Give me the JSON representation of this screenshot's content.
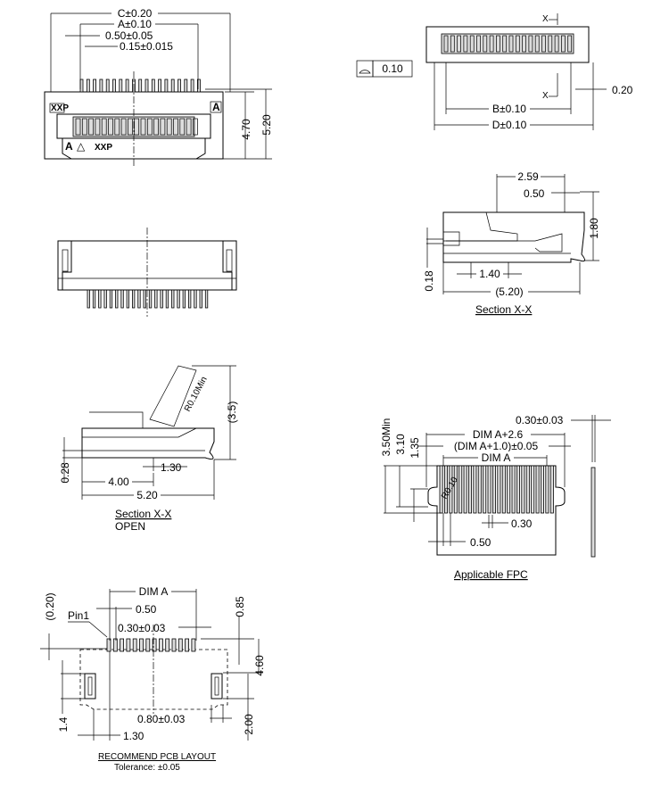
{
  "top_view": {
    "dim_c": "C±0.20",
    "dim_a": "A±0.10",
    "pitch": "0.50±0.05",
    "pin_width": "0.15±0.015",
    "height1": "4.70",
    "height2": "5.20",
    "mark_xxp_left": "XXP",
    "mark_a_box": "A",
    "mark_a": "A",
    "mark_triangle": "△",
    "mark_xxp": "XXP"
  },
  "front_view": {
    "flatness_value": "0.10",
    "section_x_top": "X",
    "section_x_bottom": "X",
    "pin_offset": "0.20",
    "dim_b": "B±0.10",
    "dim_d": "D±0.10"
  },
  "section_closed": {
    "d1": "2.59",
    "d2": "0.50",
    "d3": "1.80",
    "d4": "0.18",
    "d5": "1.40",
    "d6": "(5.20)",
    "caption": "Section X-X"
  },
  "section_open": {
    "radius": "R0.10Min",
    "height": "(3.5)",
    "d1": "0.28",
    "d2": "1.30",
    "d3": "4.00",
    "d4": "5.20",
    "caption": "Section X-X",
    "subcaption": "OPEN"
  },
  "fpc": {
    "thickness": "0.30±0.03",
    "d_a26": "DIM A+2.6",
    "d_a10": "(DIM A+1.0)±0.05",
    "d_a": "DIM A",
    "h1": "3.50Min",
    "h2": "3.10",
    "h3": "1.35",
    "radius": "R0.10",
    "w_contact": "0.30",
    "pitch": "0.50",
    "caption": "Applicable FPC"
  },
  "pcb": {
    "dim_a": "DIM A",
    "pitch": "0.50",
    "d085": "0.85",
    "d020": "(0.20)",
    "pin1": "Pin1",
    "pad_width": "0.30±0.03",
    "d460": "4.60",
    "d14": "1.4",
    "d080": "0.80±0.03",
    "d200": "2.00",
    "d130": "1.30",
    "caption": "RECOMMEND PCB LAYOUT",
    "tolerance": "Tolerance: ±0.05"
  }
}
